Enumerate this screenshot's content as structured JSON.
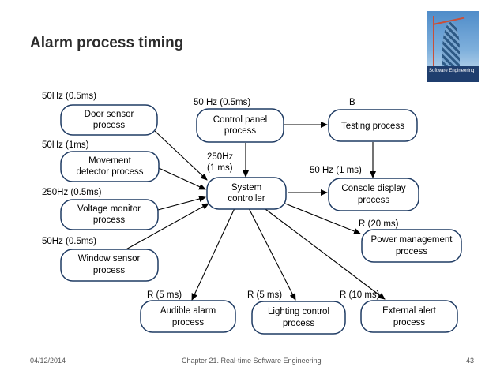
{
  "slide": {
    "title": "Alarm process timing",
    "footer_date": "04/12/2014",
    "footer_center": "Chapter 21. Real-time Software Engineering",
    "page_number": "43"
  },
  "cover_image": {
    "caption": "Software Engineering"
  },
  "diagram": {
    "nodes": {
      "door_sensor": [
        "Door sensor",
        "process"
      ],
      "movement_detector": [
        "Movement",
        "detector process"
      ],
      "voltage_monitor": [
        "Voltage monitor",
        "process"
      ],
      "window_sensor": [
        "Window sensor",
        "process"
      ],
      "control_panel": [
        "Control panel",
        "process"
      ],
      "testing": [
        "Testing process"
      ],
      "system_controller": [
        "System",
        "controller"
      ],
      "console_display": [
        "Console display",
        "process"
      ],
      "power_management": [
        "Power management",
        "process"
      ],
      "audible_alarm": [
        "Audible alarm",
        "process"
      ],
      "lighting_control": [
        "Lighting control",
        "process"
      ],
      "external_alert": [
        "External alert",
        "process"
      ]
    },
    "labels": {
      "door_sensor": "50Hz (0.5ms)",
      "movement_detector": "50Hz (1ms)",
      "voltage_monitor": "250Hz (0.5ms)",
      "window_sensor": "50Hz (0.5ms)",
      "control_panel": "50 Hz (0.5ms)",
      "testing": "B",
      "control_to_system_1": "250Hz",
      "control_to_system_2": "(1 ms)",
      "console_display": "50 Hz (1 ms)",
      "power_management": "R (20 ms)",
      "audible_alarm": "R (5 ms)",
      "lighting_control": "R (5 ms)",
      "external_alert": "R (10 ms)"
    }
  }
}
